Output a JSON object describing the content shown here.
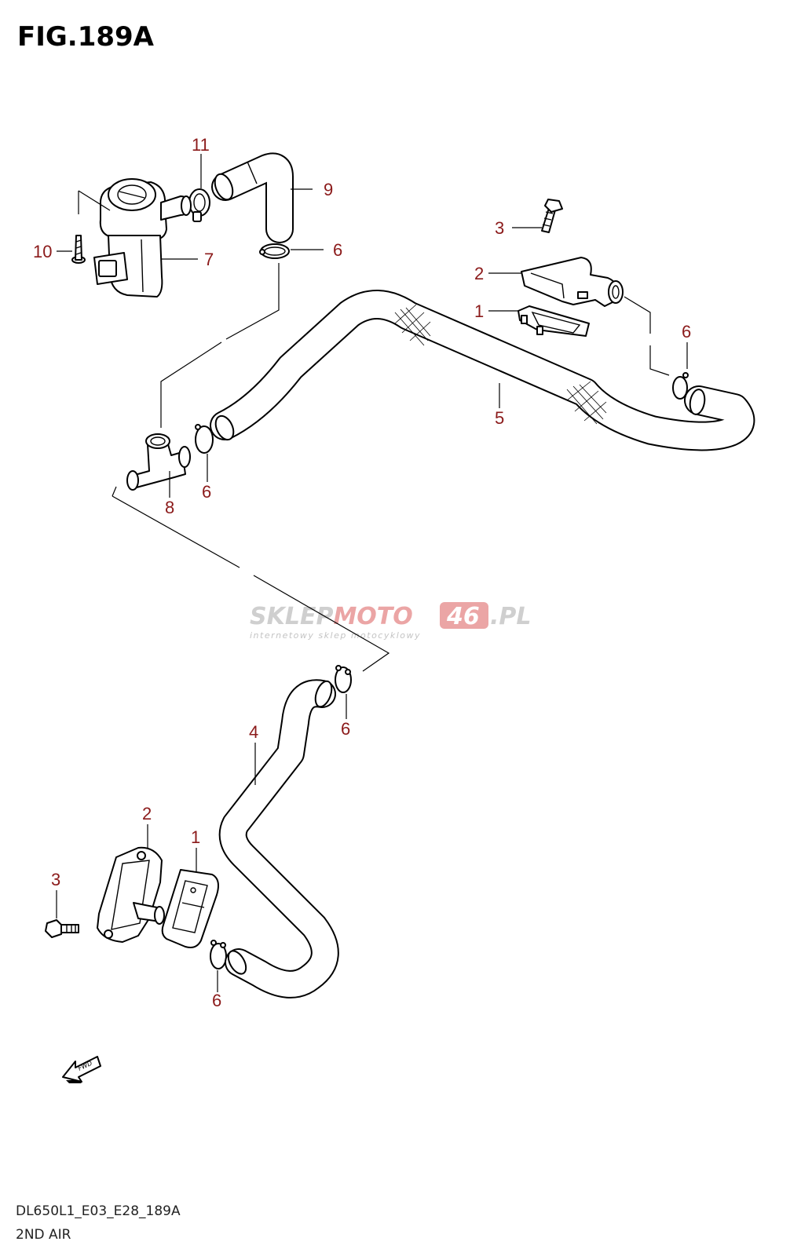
{
  "figure": {
    "title": "FIG.189A",
    "footer_code": "DL650L1_E03_E28_189A",
    "footer_name": "2ND AIR",
    "fwd_label": "FWD"
  },
  "watermark": {
    "brand_grey": "SKLEP",
    "brand_red1": "MOTO",
    "brand_badge": "46",
    "brand_tail": ".PL",
    "subtitle": "internetowy sklep motocyklowy"
  },
  "colors": {
    "callout": "#8b1a1a",
    "watermark_grey": "#c9c9c9",
    "watermark_red": "#e8a0a0",
    "line": "#000000"
  },
  "callouts": [
    "11",
    "9",
    "10",
    "7",
    "6",
    "3",
    "2",
    "1",
    "6",
    "5",
    "6",
    "8",
    "4",
    "6",
    "2",
    "1",
    "3",
    "6"
  ]
}
